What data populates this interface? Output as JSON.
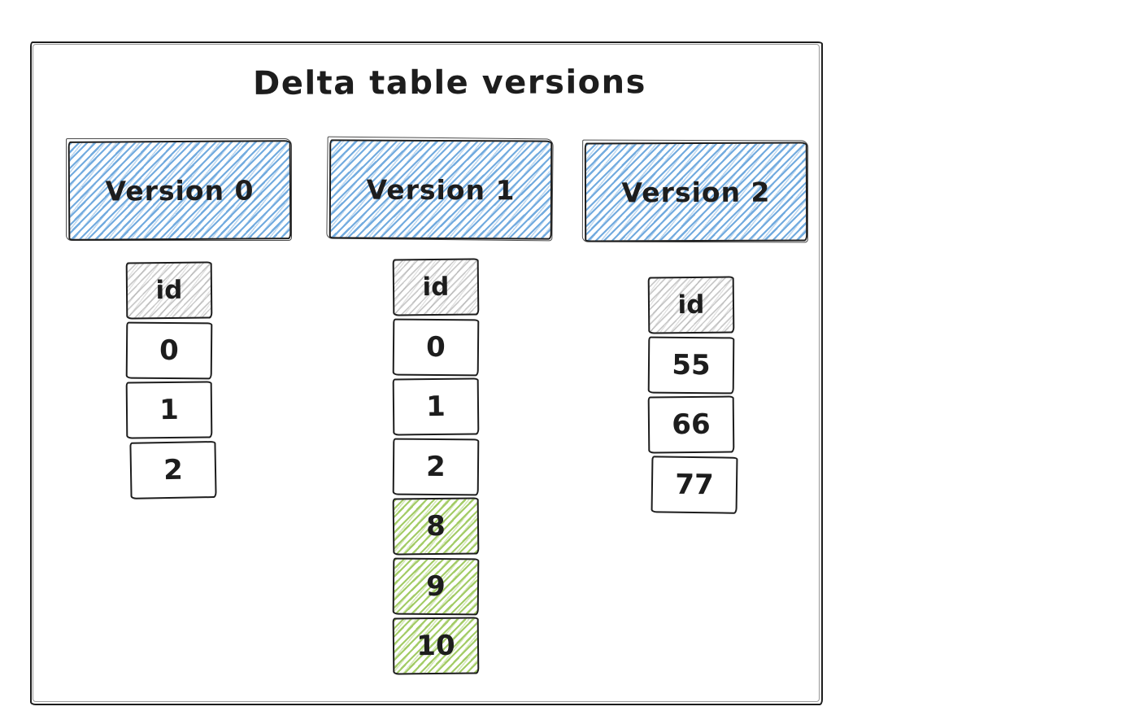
{
  "title": "Delta table versions",
  "colors": {
    "ink": "#1d1d1d",
    "blue": "#72abdf",
    "green": "#a3cc66",
    "gray": "#bdbdbd"
  },
  "versions": [
    {
      "label": "Version 0",
      "column_header": "id",
      "rows": [
        {
          "value": "0",
          "highlight": false
        },
        {
          "value": "1",
          "highlight": false
        },
        {
          "value": "2",
          "highlight": false
        }
      ]
    },
    {
      "label": "Version 1",
      "column_header": "id",
      "rows": [
        {
          "value": "0",
          "highlight": false
        },
        {
          "value": "1",
          "highlight": false
        },
        {
          "value": "2",
          "highlight": false
        },
        {
          "value": "8",
          "highlight": true
        },
        {
          "value": "9",
          "highlight": true
        },
        {
          "value": "10",
          "highlight": true
        }
      ]
    },
    {
      "label": "Version 2",
      "column_header": "id",
      "rows": [
        {
          "value": "55",
          "highlight": false
        },
        {
          "value": "66",
          "highlight": false
        },
        {
          "value": "77",
          "highlight": false
        }
      ]
    }
  ]
}
